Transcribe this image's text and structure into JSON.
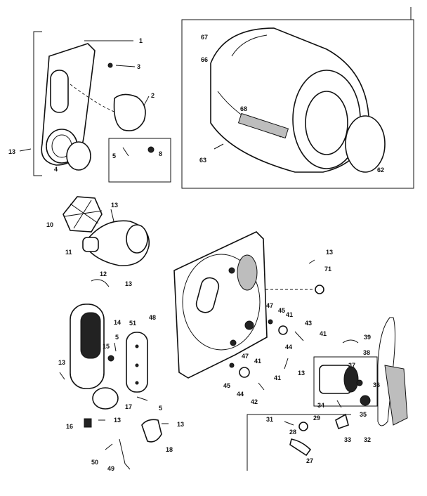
{
  "labels": {
    "p1": "1",
    "p2": "2",
    "p3": "3",
    "p4": "4",
    "p5a": "5",
    "p8": "8",
    "p13a": "13",
    "p67": "67",
    "p66": "66",
    "p68": "68",
    "p63": "63",
    "p62": "62",
    "p10": "10",
    "p13b": "13",
    "p11": "11",
    "p12": "12",
    "p13c": "13",
    "p14": "14",
    "p51": "51",
    "p15": "15",
    "p5b": "5",
    "p13d": "13",
    "p17": "17",
    "p5c": "5",
    "p16": "16",
    "p13e": "13",
    "p13f": "13",
    "p18": "18",
    "p50": "50",
    "p49": "49",
    "p48": "48",
    "p13g": "13",
    "p71": "71",
    "p47a": "47",
    "p45a": "45",
    "p41a": "41",
    "p43": "43",
    "p41b": "41",
    "p44a": "44",
    "p47b": "47",
    "p41c": "41",
    "p45b": "45",
    "p44b": "44",
    "p42": "42",
    "p41d": "41",
    "p13h": "13",
    "p39": "39",
    "p38": "38",
    "p37": "37",
    "p36": "36",
    "p34": "34",
    "p35": "35",
    "p32": "32",
    "p33": "33",
    "p31": "31",
    "p28": "28",
    "p29": "29",
    "p27": "27"
  }
}
